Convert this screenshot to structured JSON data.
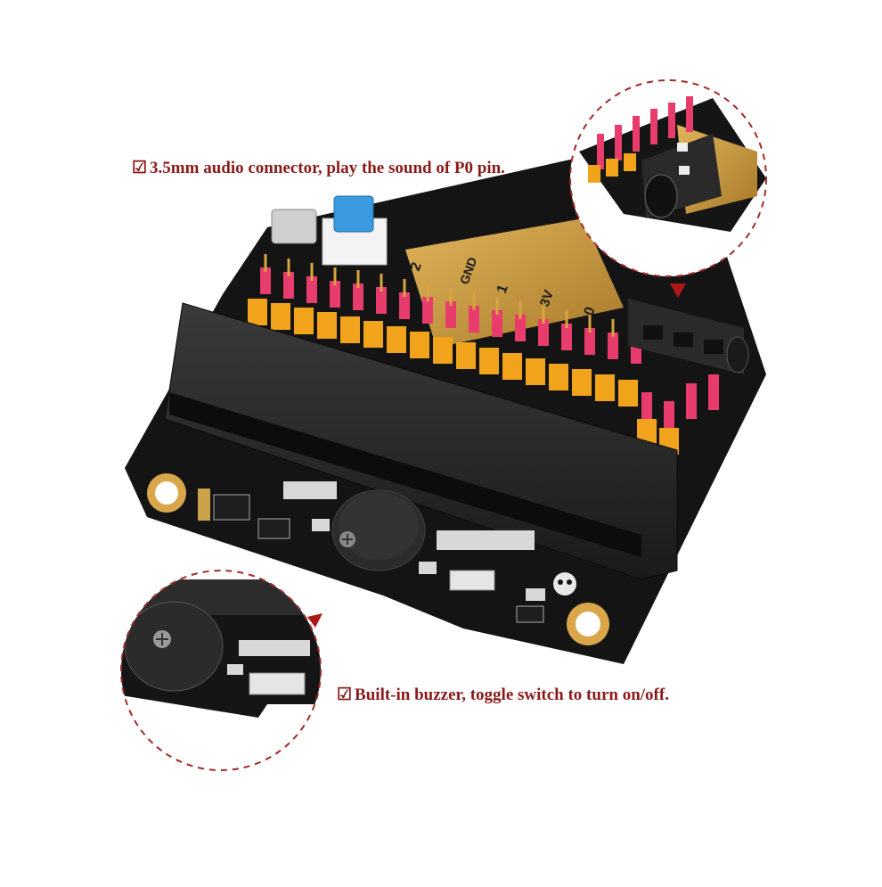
{
  "captions": {
    "audio": {
      "check": "☑",
      "text": "3.5mm audio connector, play the sound of P0 pin."
    },
    "buzzer": {
      "check": "☑",
      "text": "Built-in buzzer, toggle switch to turn on/off."
    }
  },
  "pin_labels": [
    "2",
    "GND",
    "1",
    "3V",
    "0"
  ],
  "colors": {
    "board": "#121212",
    "pin_pink": "#e83d6c",
    "pin_yellow": "#f2a31c",
    "gold_pad": "#c99a3b",
    "caption": "#8a1a1a",
    "dashed_circle": "#a22a2a"
  },
  "icons": [
    "checkbox-icon",
    "skull-logo-icon",
    "red-pointer-icon"
  ]
}
